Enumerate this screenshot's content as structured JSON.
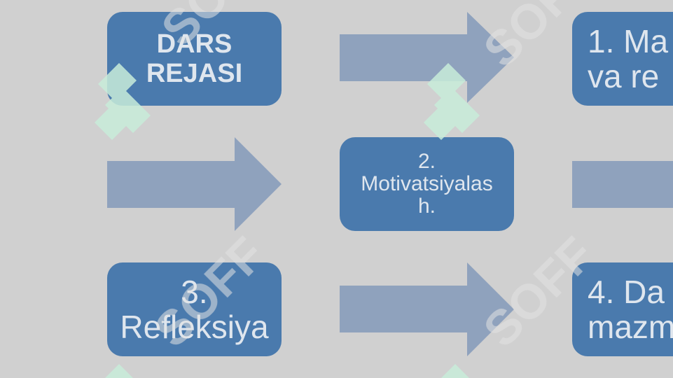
{
  "slide": {
    "title_box": "DARS\nREJASI",
    "steps": [
      "1. Ma\nva re",
      "2.\nMotivatsiyalas\nh.",
      "3.\nRefleksiya",
      "4. Da\nmazm"
    ]
  },
  "watermark": {
    "text": "SOFF"
  },
  "colors": {
    "background": "#d0d0d0",
    "box": "#4a7aad",
    "box_text": "#dfe6ee",
    "arrow": "#8fa2bd",
    "watermark_logo": "#c8ecd9",
    "watermark_text": "#e2e2e2"
  }
}
